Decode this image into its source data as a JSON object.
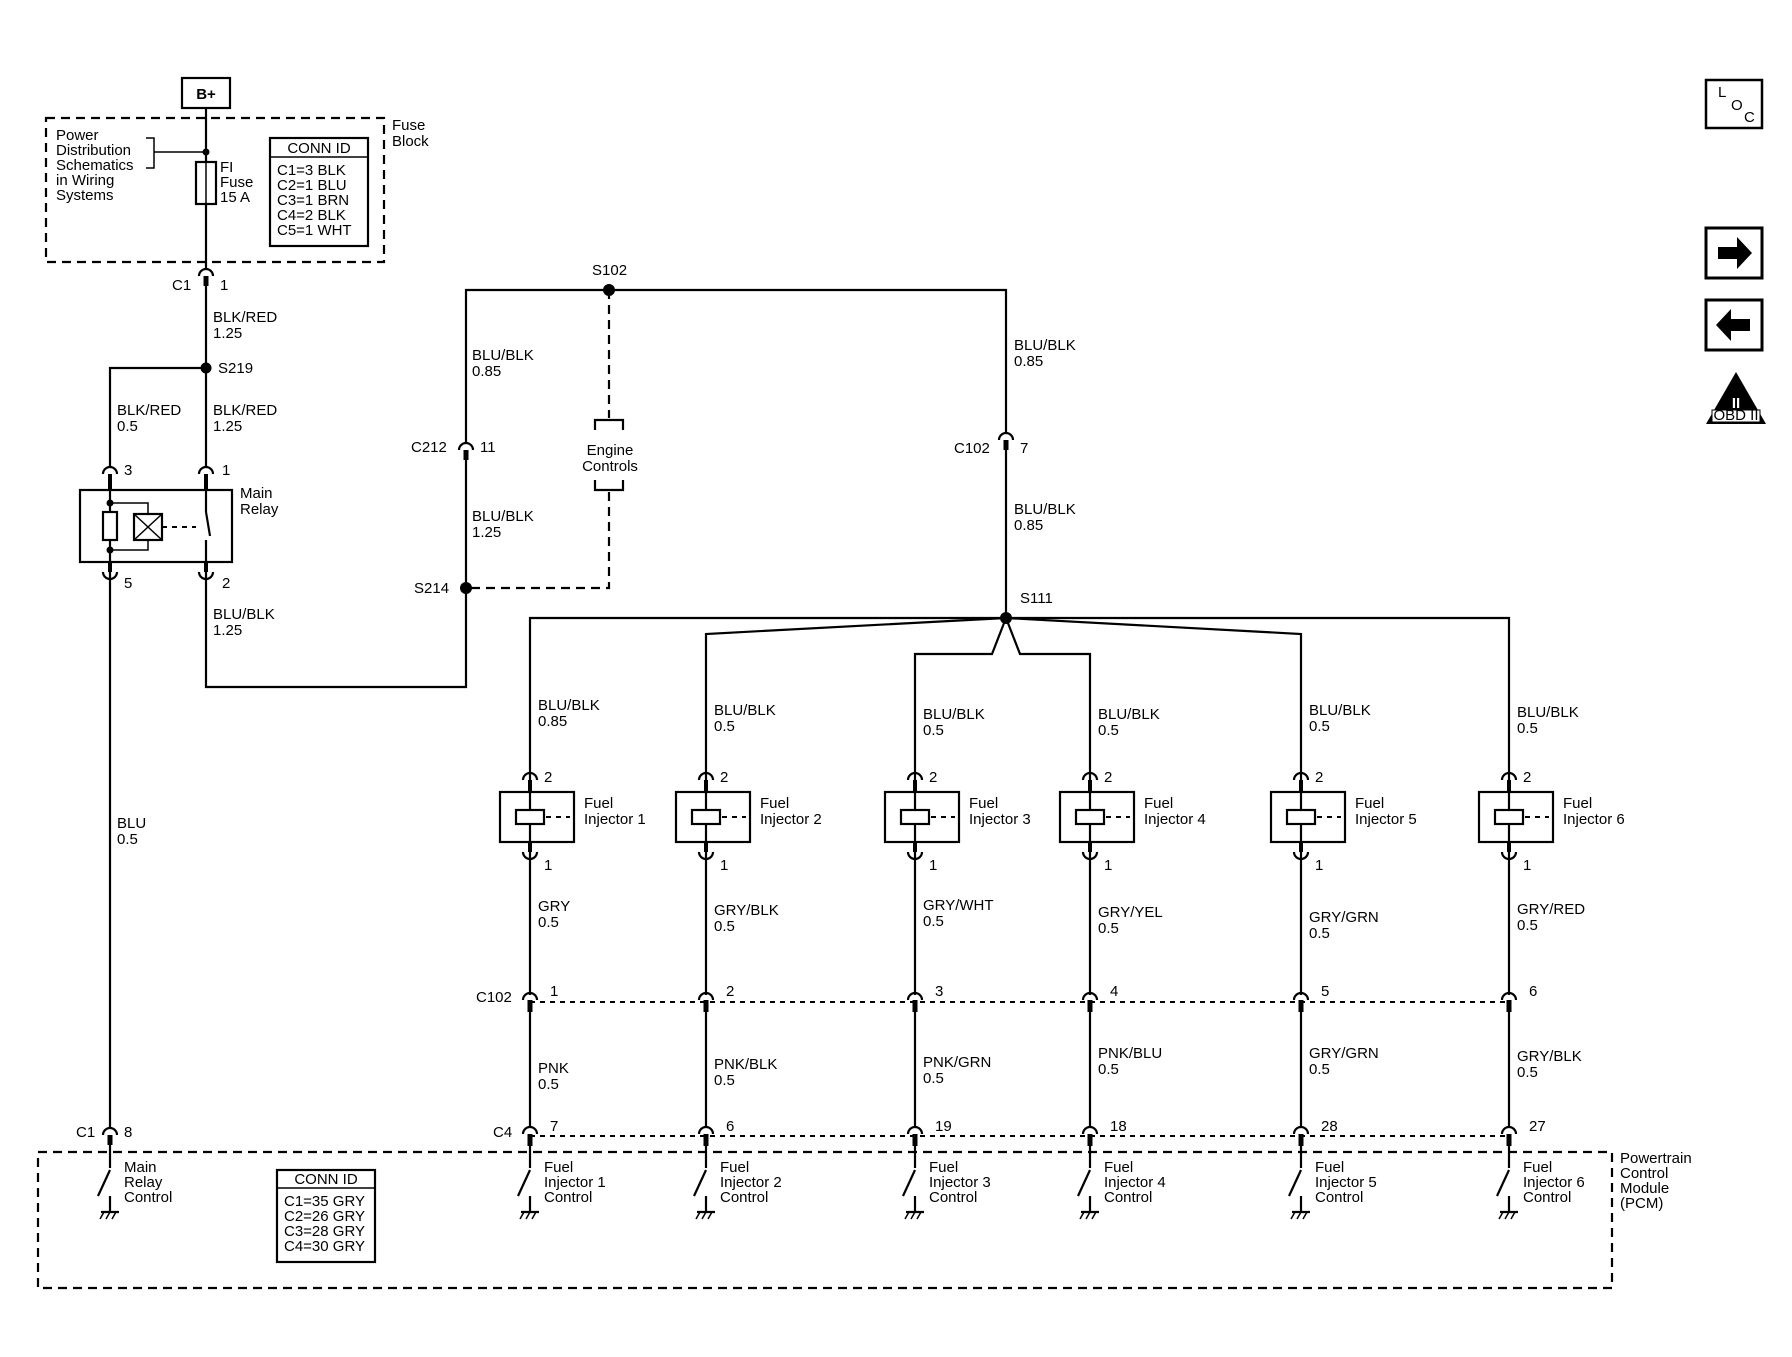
{
  "supply": {
    "label": "B+"
  },
  "fuse_block": {
    "title": [
      "Fuse",
      "Block"
    ],
    "ref_note": [
      "Power",
      "Distribution",
      "Schematics",
      "in Wiring",
      "Systems"
    ],
    "fuse_label": [
      "FI",
      "Fuse",
      "15 A"
    ],
    "conn_id": {
      "header": "CONN ID",
      "rows": [
        "C1=3 BLK",
        "C2=1 BLU",
        "C3=1 BRN",
        "C4=2 BLK",
        "C5=1 WHT"
      ]
    }
  },
  "main_relay": {
    "name": [
      "Main",
      "Relay"
    ],
    "pins": {
      "p3": "3",
      "p1": "1",
      "p5": "5",
      "p2": "2"
    }
  },
  "connectors": {
    "c1_top": {
      "id": "C1",
      "pin": "1"
    },
    "c212": {
      "id": "C212",
      "pin": "11"
    },
    "c102_top": {
      "id": "C102",
      "pin": "7"
    },
    "c102_row": {
      "id": "C102",
      "pins": [
        "1",
        "2",
        "3",
        "4",
        "5",
        "6"
      ]
    },
    "c1_bottom": {
      "id": "C1",
      "pin": "8"
    },
    "c4": {
      "id": "C4",
      "pins": [
        "7",
        "6",
        "19",
        "18",
        "28",
        "27"
      ]
    }
  },
  "splices": {
    "s219": "S219",
    "s102": "S102",
    "s214": "S214",
    "s111": "S111"
  },
  "wires": {
    "fuse_to_s219": [
      "BLK/RED",
      "1.25"
    ],
    "s219_to_relay3": [
      "BLK/RED",
      "0.5"
    ],
    "s219_to_relay1": [
      "BLK/RED",
      "1.25"
    ],
    "relay2_out": [
      "BLU/BLK",
      "1.25"
    ],
    "relay5_to_pcm": [
      "BLU",
      "0.5"
    ],
    "s102_to_c212": [
      "BLU/BLK",
      "0.85"
    ],
    "c212_to_s214": [
      "BLU/BLK",
      "1.25"
    ],
    "s102_to_c102": [
      "BLU/BLK",
      "0.85"
    ],
    "c102_to_s111": [
      "BLU/BLK",
      "0.85"
    ]
  },
  "engine_controls": [
    "Engine",
    "Controls"
  ],
  "injectors": [
    {
      "name": [
        "Fuel",
        "Injector 1"
      ],
      "pin_top": "2",
      "pin_bottom": "1",
      "feed": [
        "BLU/BLK",
        "0.85"
      ],
      "signal_upper": [
        "GRY",
        "0.5"
      ],
      "signal_lower": [
        "PNK",
        "0.5"
      ],
      "pcm_label": [
        "Fuel",
        "Injector 1",
        "Control"
      ]
    },
    {
      "name": [
        "Fuel",
        "Injector 2"
      ],
      "pin_top": "2",
      "pin_bottom": "1",
      "feed": [
        "BLU/BLK",
        "0.5"
      ],
      "signal_upper": [
        "GRY/BLK",
        "0.5"
      ],
      "signal_lower": [
        "PNK/BLK",
        "0.5"
      ],
      "pcm_label": [
        "Fuel",
        "Injector 2",
        "Control"
      ]
    },
    {
      "name": [
        "Fuel",
        "Injector 3"
      ],
      "pin_top": "2",
      "pin_bottom": "1",
      "feed": [
        "BLU/BLK",
        "0.5"
      ],
      "signal_upper": [
        "GRY/WHT",
        "0.5"
      ],
      "signal_lower": [
        "PNK/GRN",
        "0.5"
      ],
      "pcm_label": [
        "Fuel",
        "Injector 3",
        "Control"
      ]
    },
    {
      "name": [
        "Fuel",
        "Injector 4"
      ],
      "pin_top": "2",
      "pin_bottom": "1",
      "feed": [
        "BLU/BLK",
        "0.5"
      ],
      "signal_upper": [
        "GRY/YEL",
        "0.5"
      ],
      "signal_lower": [
        "PNK/BLU",
        "0.5"
      ],
      "pcm_label": [
        "Fuel",
        "Injector 4",
        "Control"
      ]
    },
    {
      "name": [
        "Fuel",
        "Injector 5"
      ],
      "pin_top": "2",
      "pin_bottom": "1",
      "feed": [
        "BLU/BLK",
        "0.5"
      ],
      "signal_upper": [
        "GRY/GRN",
        "0.5"
      ],
      "signal_lower": [
        "GRY/GRN",
        "0.5"
      ],
      "pcm_label": [
        "Fuel",
        "Injector 5",
        "Control"
      ]
    },
    {
      "name": [
        "Fuel",
        "Injector 6"
      ],
      "pin_top": "2",
      "pin_bottom": "1",
      "feed": [
        "BLU/BLK",
        "0.5"
      ],
      "signal_upper": [
        "GRY/RED",
        "0.5"
      ],
      "signal_lower": [
        "GRY/BLK",
        "0.5"
      ],
      "pcm_label": [
        "Fuel",
        "Injector 6",
        "Control"
      ]
    }
  ],
  "pcm": {
    "title": [
      "Powertrain",
      "Control",
      "Module",
      "(PCM)"
    ],
    "main_relay_control": [
      "Main",
      "Relay",
      "Control"
    ],
    "conn_id": {
      "header": "CONN ID",
      "rows": [
        "C1=35 GRY",
        "C2=26 GRY",
        "C3=28 GRY",
        "C4=30 GRY"
      ]
    }
  },
  "nav": {
    "loc": {
      "letters": [
        "L",
        "O",
        "C"
      ],
      "icon": "loc-icon"
    },
    "next": {
      "icon": "arrow-right-icon"
    },
    "prev": {
      "icon": "arrow-left-icon"
    },
    "obd": {
      "roman": "II",
      "label": "OBD II",
      "icon": "obd-ii-warning-icon"
    }
  }
}
